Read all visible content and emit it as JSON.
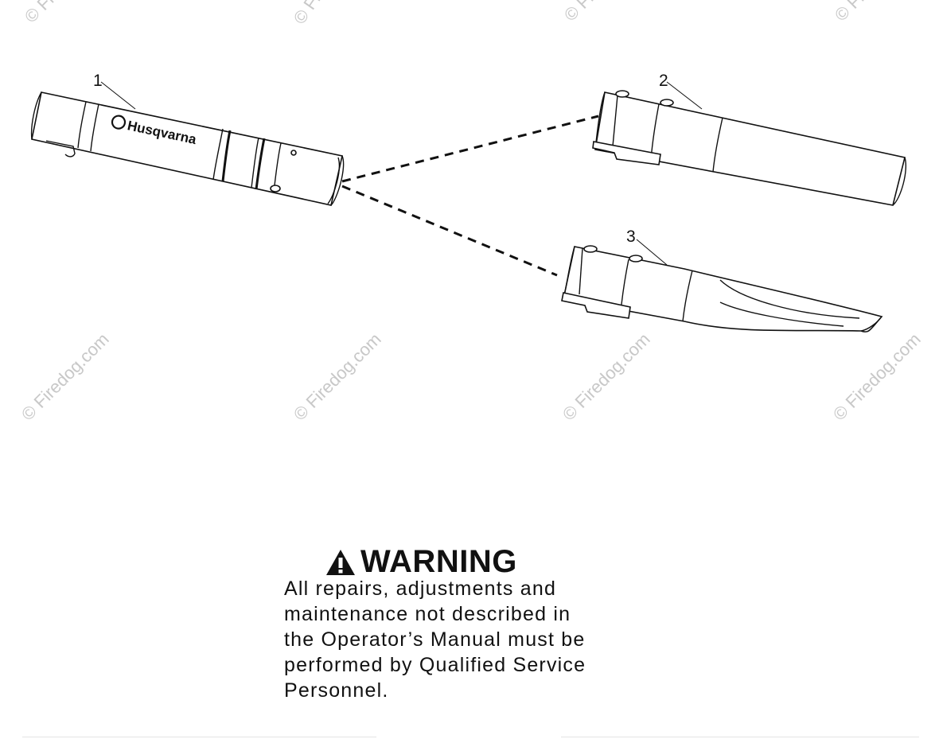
{
  "watermark": {
    "text": "© Firedog.com"
  },
  "callouts": [
    "1",
    "2",
    "3"
  ],
  "parts": [
    {
      "callout": "1",
      "brand": "Husqvarna"
    },
    {
      "callout": "2"
    },
    {
      "callout": "3"
    }
  ],
  "warning": {
    "title": "WARNING",
    "lines": [
      "All repairs, adjustments and",
      "maintenance not described in",
      "the Operator’s Manual must be",
      "performed by Qualified Service",
      "Personnel."
    ]
  }
}
